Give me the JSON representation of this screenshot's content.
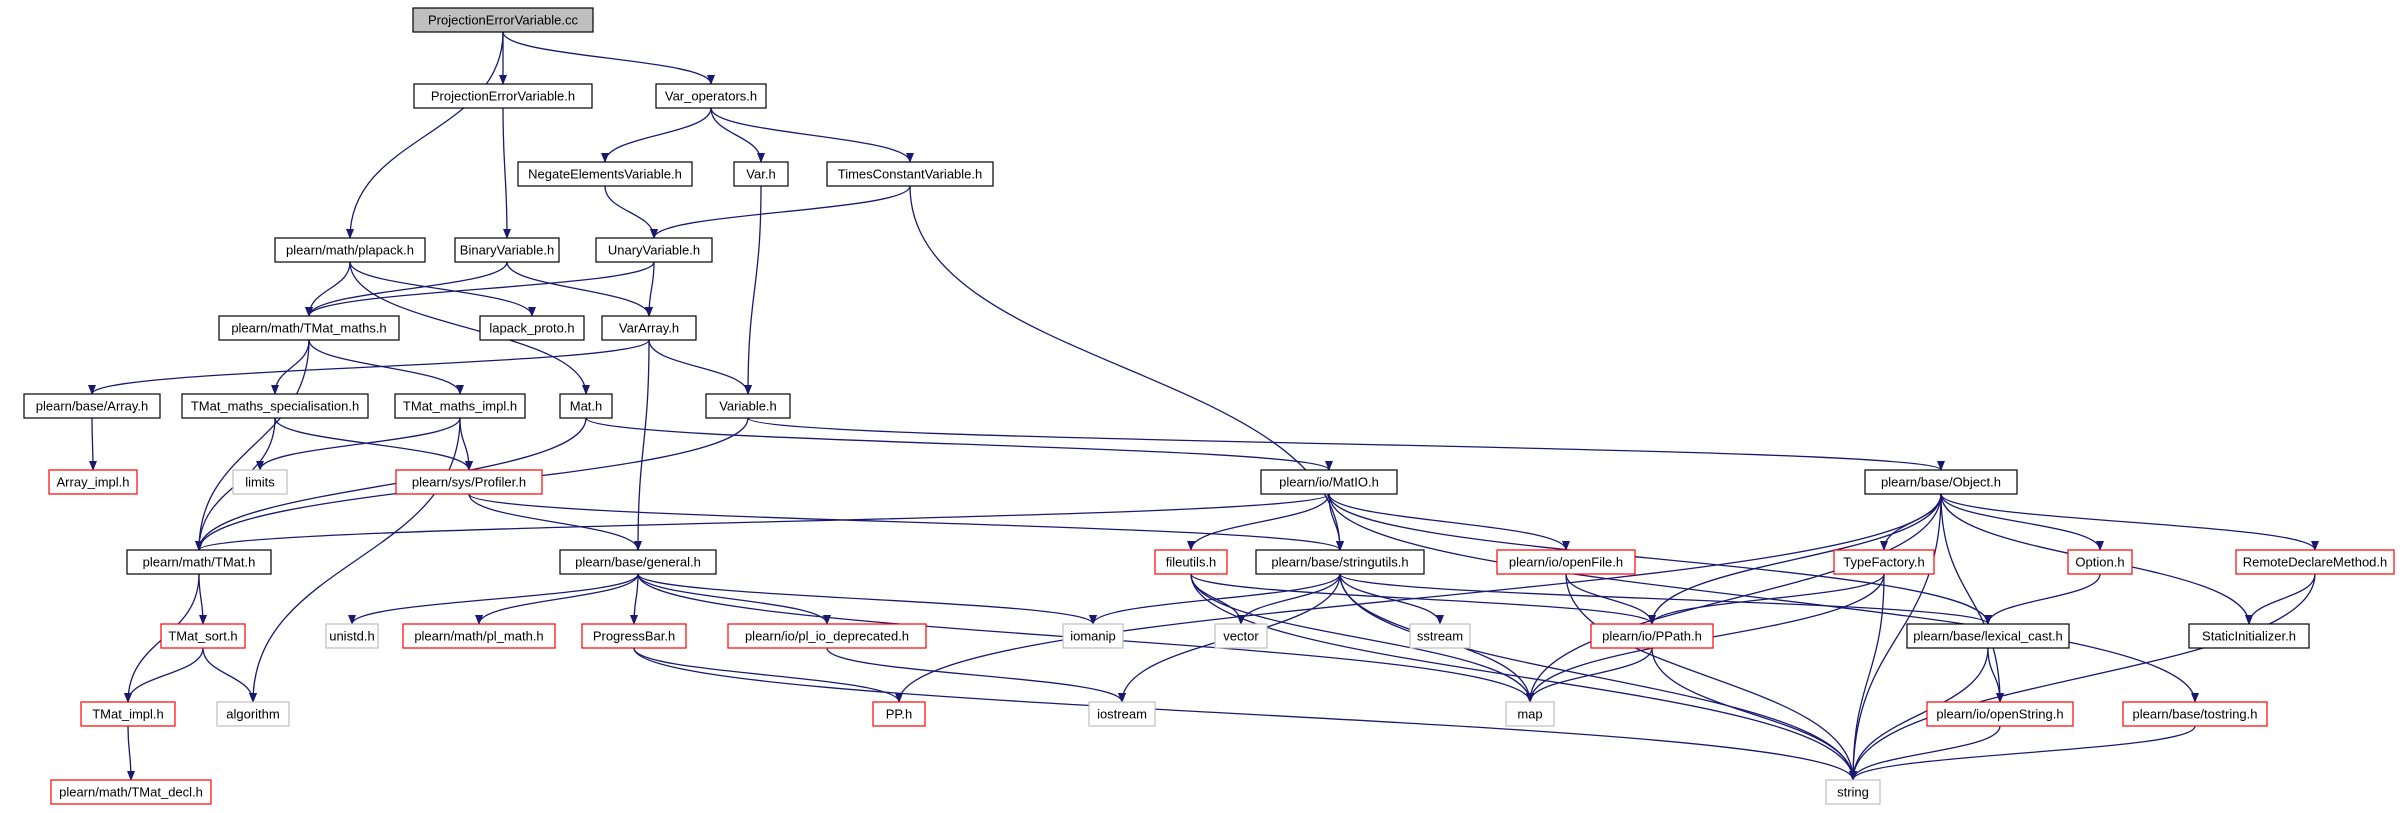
{
  "colors": {
    "edge": "#191970",
    "border_normal": "#000000",
    "border_truncated": "#ff0000",
    "border_external": "#bfbfbf",
    "root_fill": "#bfbfbf",
    "node_fill": "#ffffff",
    "text": "#000000"
  },
  "nodes": [
    {
      "id": "n_root",
      "label": "ProjectionErrorVariable.cc",
      "kind": "root"
    },
    {
      "id": "n_pev",
      "label": "ProjectionErrorVariable.h",
      "kind": "normal"
    },
    {
      "id": "n_varop",
      "label": "Var_operators.h",
      "kind": "normal"
    },
    {
      "id": "n_neg",
      "label": "NegateElementsVariable.h",
      "kind": "normal"
    },
    {
      "id": "n_var",
      "label": "Var.h",
      "kind": "normal"
    },
    {
      "id": "n_times",
      "label": "TimesConstantVariable.h",
      "kind": "normal"
    },
    {
      "id": "n_plapack",
      "label": "plearn/math/plapack.h",
      "kind": "normal"
    },
    {
      "id": "n_binary",
      "label": "BinaryVariable.h",
      "kind": "normal"
    },
    {
      "id": "n_unary",
      "label": "UnaryVariable.h",
      "kind": "normal"
    },
    {
      "id": "n_tmatmaths",
      "label": "plearn/math/TMat_maths.h",
      "kind": "normal"
    },
    {
      "id": "n_lapack",
      "label": "lapack_proto.h",
      "kind": "normal"
    },
    {
      "id": "n_vararray",
      "label": "VarArray.h",
      "kind": "normal"
    },
    {
      "id": "n_array",
      "label": "plearn/base/Array.h",
      "kind": "normal"
    },
    {
      "id": "n_spec",
      "label": "TMat_maths_specialisation.h",
      "kind": "normal"
    },
    {
      "id": "n_impl",
      "label": "TMat_maths_impl.h",
      "kind": "normal"
    },
    {
      "id": "n_mat",
      "label": "Mat.h",
      "kind": "normal"
    },
    {
      "id": "n_variable",
      "label": "Variable.h",
      "kind": "normal"
    },
    {
      "id": "n_arrayimpl",
      "label": "Array_impl.h",
      "kind": "truncated"
    },
    {
      "id": "n_limits",
      "label": "limits",
      "kind": "external"
    },
    {
      "id": "n_profiler",
      "label": "plearn/sys/Profiler.h",
      "kind": "truncated"
    },
    {
      "id": "n_matio",
      "label": "plearn/io/MatIO.h",
      "kind": "normal"
    },
    {
      "id": "n_object",
      "label": "plearn/base/Object.h",
      "kind": "normal"
    },
    {
      "id": "n_tmat",
      "label": "plearn/math/TMat.h",
      "kind": "normal"
    },
    {
      "id": "n_general",
      "label": "plearn/base/general.h",
      "kind": "normal"
    },
    {
      "id": "n_fileutils",
      "label": "fileutils.h",
      "kind": "truncated"
    },
    {
      "id": "n_stringutils",
      "label": "plearn/base/stringutils.h",
      "kind": "normal"
    },
    {
      "id": "n_openfile",
      "label": "plearn/io/openFile.h",
      "kind": "truncated"
    },
    {
      "id": "n_typefactory",
      "label": "TypeFactory.h",
      "kind": "truncated"
    },
    {
      "id": "n_option",
      "label": "Option.h",
      "kind": "truncated"
    },
    {
      "id": "n_remote",
      "label": "RemoteDeclareMethod.h",
      "kind": "truncated"
    },
    {
      "id": "n_tmatsort",
      "label": "TMat_sort.h",
      "kind": "truncated"
    },
    {
      "id": "n_unistd",
      "label": "unistd.h",
      "kind": "external"
    },
    {
      "id": "n_plmath",
      "label": "plearn/math/pl_math.h",
      "kind": "truncated"
    },
    {
      "id": "n_progress",
      "label": "ProgressBar.h",
      "kind": "truncated"
    },
    {
      "id": "n_pliodep",
      "label": "plearn/io/pl_io_deprecated.h",
      "kind": "truncated"
    },
    {
      "id": "n_iomanip",
      "label": "iomanip",
      "kind": "external"
    },
    {
      "id": "n_vector",
      "label": "vector",
      "kind": "external"
    },
    {
      "id": "n_sstream",
      "label": "sstream",
      "kind": "external"
    },
    {
      "id": "n_ppath",
      "label": "plearn/io/PPath.h",
      "kind": "truncated"
    },
    {
      "id": "n_lexical",
      "label": "plearn/base/lexical_cast.h",
      "kind": "normal"
    },
    {
      "id": "n_static",
      "label": "StaticInitializer.h",
      "kind": "normal"
    },
    {
      "id": "n_tmatimpl",
      "label": "TMat_impl.h",
      "kind": "truncated"
    },
    {
      "id": "n_algorithm",
      "label": "algorithm",
      "kind": "external"
    },
    {
      "id": "n_pp",
      "label": "PP.h",
      "kind": "truncated"
    },
    {
      "id": "n_iostream",
      "label": "iostream",
      "kind": "external"
    },
    {
      "id": "n_map",
      "label": "map",
      "kind": "external"
    },
    {
      "id": "n_openstring",
      "label": "plearn/io/openString.h",
      "kind": "truncated"
    },
    {
      "id": "n_tostring",
      "label": "plearn/base/tostring.h",
      "kind": "truncated"
    },
    {
      "id": "n_tmatdecl",
      "label": "plearn/math/TMat_decl.h",
      "kind": "truncated"
    },
    {
      "id": "n_string",
      "label": "string",
      "kind": "external"
    }
  ],
  "edges": [
    [
      "n_root",
      "n_pev"
    ],
    [
      "n_root",
      "n_varop"
    ],
    [
      "n_root",
      "n_plapack"
    ],
    [
      "n_pev",
      "n_binary"
    ],
    [
      "n_varop",
      "n_neg"
    ],
    [
      "n_varop",
      "n_var"
    ],
    [
      "n_varop",
      "n_times"
    ],
    [
      "n_neg",
      "n_unary"
    ],
    [
      "n_times",
      "n_unary"
    ],
    [
      "n_times",
      "n_stringutils"
    ],
    [
      "n_var",
      "n_variable"
    ],
    [
      "n_plapack",
      "n_tmatmaths"
    ],
    [
      "n_plapack",
      "n_lapack"
    ],
    [
      "n_plapack",
      "n_mat"
    ],
    [
      "n_binary",
      "n_tmatmaths"
    ],
    [
      "n_binary",
      "n_vararray"
    ],
    [
      "n_unary",
      "n_tmatmaths"
    ],
    [
      "n_unary",
      "n_vararray"
    ],
    [
      "n_tmatmaths",
      "n_spec"
    ],
    [
      "n_tmatmaths",
      "n_impl"
    ],
    [
      "n_tmatmaths",
      "n_tmat"
    ],
    [
      "n_vararray",
      "n_array"
    ],
    [
      "n_vararray",
      "n_variable"
    ],
    [
      "n_vararray",
      "n_general"
    ],
    [
      "n_array",
      "n_arrayimpl"
    ],
    [
      "n_spec",
      "n_tmat"
    ],
    [
      "n_spec",
      "n_profiler"
    ],
    [
      "n_impl",
      "n_limits"
    ],
    [
      "n_impl",
      "n_profiler"
    ],
    [
      "n_impl",
      "n_algorithm"
    ],
    [
      "n_mat",
      "n_matio"
    ],
    [
      "n_mat",
      "n_tmat"
    ],
    [
      "n_variable",
      "n_object"
    ],
    [
      "n_variable",
      "n_tmat"
    ],
    [
      "n_profiler",
      "n_general"
    ],
    [
      "n_profiler",
      "n_stringutils"
    ],
    [
      "n_matio",
      "n_tmat"
    ],
    [
      "n_matio",
      "n_fileutils"
    ],
    [
      "n_matio",
      "n_stringutils"
    ],
    [
      "n_matio",
      "n_openfile"
    ],
    [
      "n_matio",
      "n_lexical"
    ],
    [
      "n_matio",
      "n_tostring"
    ],
    [
      "n_object",
      "n_pp"
    ],
    [
      "n_object",
      "n_map"
    ],
    [
      "n_object",
      "n_ppath"
    ],
    [
      "n_object",
      "n_typefactory"
    ],
    [
      "n_object",
      "n_option"
    ],
    [
      "n_object",
      "n_remote"
    ],
    [
      "n_object",
      "n_static"
    ],
    [
      "n_object",
      "n_openstring"
    ],
    [
      "n_object",
      "n_string"
    ],
    [
      "n_tmat",
      "n_tmatsort"
    ],
    [
      "n_tmat",
      "n_tmatimpl"
    ],
    [
      "n_general",
      "n_unistd"
    ],
    [
      "n_general",
      "n_plmath"
    ],
    [
      "n_general",
      "n_progress"
    ],
    [
      "n_general",
      "n_pliodep"
    ],
    [
      "n_general",
      "n_iomanip"
    ],
    [
      "n_general",
      "n_map"
    ],
    [
      "n_fileutils",
      "n_vector"
    ],
    [
      "n_fileutils",
      "n_map"
    ],
    [
      "n_fileutils",
      "n_ppath"
    ],
    [
      "n_fileutils",
      "n_string"
    ],
    [
      "n_stringutils",
      "n_iomanip"
    ],
    [
      "n_stringutils",
      "n_vector"
    ],
    [
      "n_stringutils",
      "n_sstream"
    ],
    [
      "n_stringutils",
      "n_iostream"
    ],
    [
      "n_stringutils",
      "n_map"
    ],
    [
      "n_stringutils",
      "n_string"
    ],
    [
      "n_stringutils",
      "n_lexical"
    ],
    [
      "n_openfile",
      "n_ppath"
    ],
    [
      "n_openfile",
      "n_string"
    ],
    [
      "n_typefactory",
      "n_map"
    ],
    [
      "n_typefactory",
      "n_ppath"
    ],
    [
      "n_typefactory",
      "n_string"
    ],
    [
      "n_option",
      "n_lexical"
    ],
    [
      "n_remote",
      "n_static"
    ],
    [
      "n_remote",
      "n_string"
    ],
    [
      "n_tmatsort",
      "n_tmatimpl"
    ],
    [
      "n_tmatsort",
      "n_algorithm"
    ],
    [
      "n_tmatimpl",
      "n_tmatdecl"
    ],
    [
      "n_progress",
      "n_pp"
    ],
    [
      "n_progress",
      "n_string"
    ],
    [
      "n_pliodep",
      "n_iostream"
    ],
    [
      "n_ppath",
      "n_map"
    ],
    [
      "n_ppath",
      "n_string"
    ],
    [
      "n_lexical",
      "n_openstring"
    ],
    [
      "n_lexical",
      "n_string"
    ],
    [
      "n_openstring",
      "n_string"
    ],
    [
      "n_tostring",
      "n_string"
    ]
  ]
}
